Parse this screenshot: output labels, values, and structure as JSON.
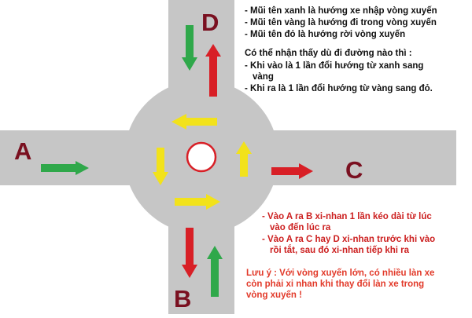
{
  "diagram": {
    "points": {
      "a": "A",
      "b": "B",
      "c": "C",
      "d": "D"
    },
    "colors": {
      "road": "#c6c6c6",
      "entry_arrow": "#2fa84a",
      "circulating_arrow": "#f2e21b",
      "exit_arrow": "#d81f26",
      "point_label": "#7a1020",
      "island_fill": "#ffffff",
      "island_border": "#d81f26"
    }
  },
  "legend": {
    "lines": [
      "- Mũi tên xanh là hướng xe nhập vòng xuyến",
      "- Mũi tên vàng là hướng đi trong vòng xuyến",
      "- Mũi tên đỏ là hướng rời vòng xuyến"
    ]
  },
  "observation": {
    "heading": "Có thể nhận thấy dù đi đường nào thì :",
    "lines": [
      "- Khi vào là 1 lần đổi hướng từ xanh sang",
      "vàng",
      "- Khi ra là 1 lần đổi hướng từ vàng sang đỏ."
    ]
  },
  "signal_notes": {
    "lines": [
      "- Vào A ra B xi-nhan 1 lần kéo dài từ lúc",
      "vào đến lúc ra",
      "- Vào A ra C hay D xi-nhan trước khi vào",
      "rồi tắt, sau đó xi-nhan tiếp khi ra"
    ]
  },
  "warning": {
    "lines": [
      "Lưu ý : Với vòng xuyến lớn, có nhiều làn xe",
      "còn phải xi nhan khi thay đổi làn xe trong",
      "vòng xuyến !"
    ]
  }
}
